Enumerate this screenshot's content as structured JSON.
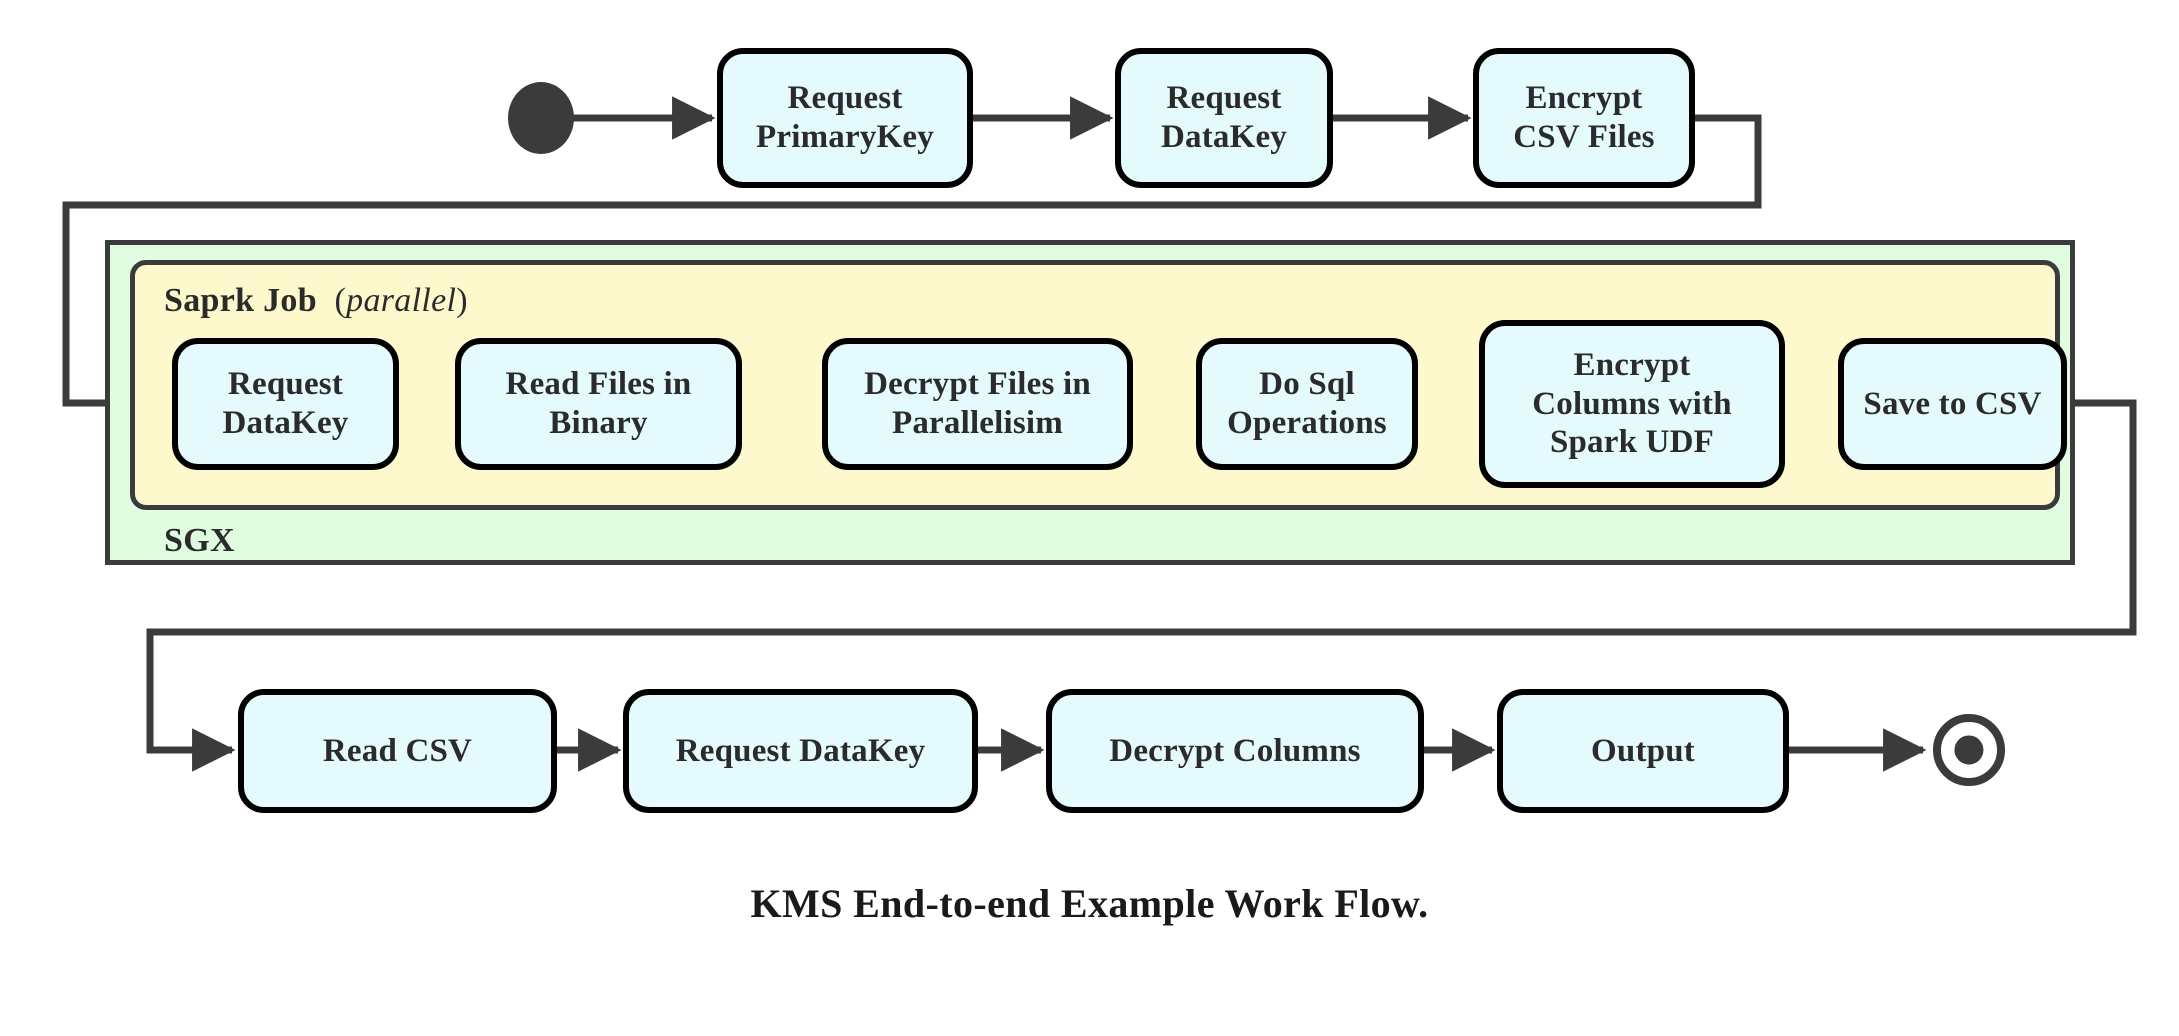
{
  "diagram": {
    "caption": "KMS End-to-end Example Work Flow.",
    "colors": {
      "node_fill": "#E5FAFD",
      "node_stroke": "#000000",
      "sgx_fill": "#DFFCE0",
      "spark_fill": "#FEF9CD",
      "container_stroke": "#3B3B3B",
      "edge_stroke": "#3B3B3B",
      "text": "#2B2B2B"
    },
    "containers": [
      {
        "id": "sgx",
        "label": "SGX",
        "label_position": "bottom-left"
      },
      {
        "id": "spark",
        "label_bold": "Saprk Job",
        "label_italic": "parallel",
        "label_position": "top-left"
      }
    ],
    "terminals": {
      "start": "start-node",
      "end": "end-node"
    },
    "rows": {
      "top": [
        {
          "id": "request-primarykey",
          "lines": [
            "Request",
            "PrimaryKey"
          ]
        },
        {
          "id": "request-datakey-top",
          "lines": [
            "Request",
            "DataKey"
          ]
        },
        {
          "id": "encrypt-csv-files",
          "lines": [
            "Encrypt",
            "CSV Files"
          ]
        }
      ],
      "spark": [
        {
          "id": "request-datakey-spark",
          "lines": [
            "Request",
            "DataKey"
          ]
        },
        {
          "id": "read-files-in-binary",
          "lines": [
            "Read Files in",
            "Binary"
          ]
        },
        {
          "id": "decrypt-files-in-parallelisim",
          "lines": [
            "Decrypt Files in",
            "Parallelisim"
          ]
        },
        {
          "id": "do-sql-operations",
          "lines": [
            "Do Sql",
            "Operations"
          ]
        },
        {
          "id": "encrypt-columns-with-spark-udf",
          "lines": [
            "Encrypt",
            "Columns with",
            "Spark UDF"
          ]
        },
        {
          "id": "save-to-csv",
          "lines": [
            "Save to CSV"
          ]
        }
      ],
      "bottom": [
        {
          "id": "read-csv",
          "lines": [
            "Read CSV"
          ]
        },
        {
          "id": "request-datakey-bottom",
          "lines": [
            "Request DataKey"
          ]
        },
        {
          "id": "decrypt-columns",
          "lines": [
            "Decrypt Columns"
          ]
        },
        {
          "id": "output",
          "lines": [
            "Output"
          ]
        }
      ]
    },
    "flow_sequence": [
      "start",
      "Request PrimaryKey",
      "Request DataKey",
      "Encrypt CSV Files",
      "Request DataKey",
      "Read Files in Binary",
      "Decrypt Files in Parallelisim",
      "Do Sql Operations",
      "Encrypt Columns with Spark UDF",
      "Save to CSV",
      "Read CSV",
      "Request DataKey",
      "Decrypt Columns",
      "Output",
      "end"
    ]
  }
}
